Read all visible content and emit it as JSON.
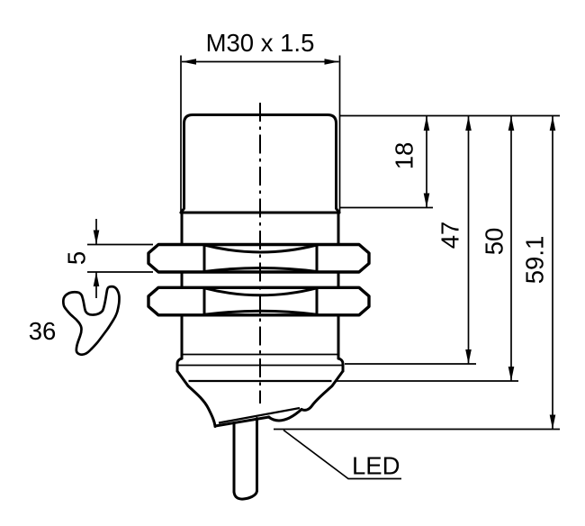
{
  "drawing": {
    "thread_spec": "M30 x 1.5",
    "head_height_mm": "18",
    "thread_length_mm": "47",
    "housing_length_mm": "50",
    "total_length_mm": "59.1",
    "nut_thickness_mm": "5",
    "wrench_size_mm": "36",
    "led_label": "LED"
  },
  "colors": {
    "line": "#000000",
    "background": "#ffffff"
  }
}
